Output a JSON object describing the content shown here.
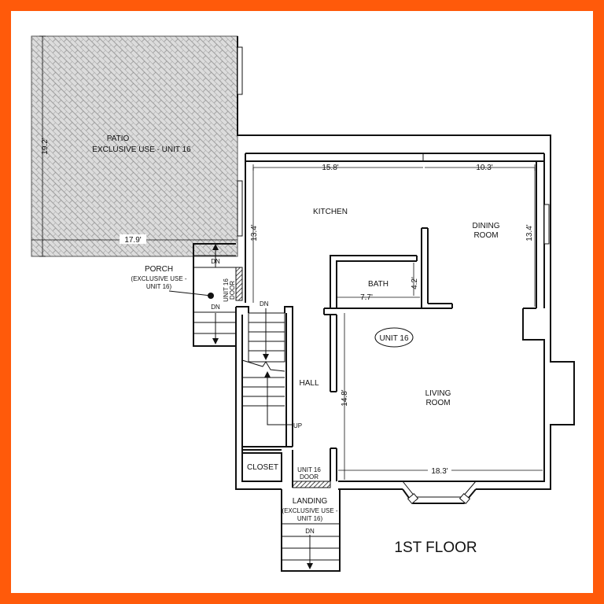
{
  "title": "1ST FLOOR",
  "unit_badge": "UNIT 16",
  "colors": {
    "border": "#ff5a0a",
    "wall": "#111111",
    "patio_fill": "#d8d8d8"
  },
  "rooms": {
    "patio": {
      "line1": "PATIO",
      "line2": "EXCLUSIVE USE - UNIT 16"
    },
    "kitchen": "KITCHEN",
    "dining": {
      "line1": "DINING",
      "line2": "ROOM"
    },
    "bath": "BATH",
    "hall": "HALL",
    "living": {
      "line1": "LIVING",
      "line2": "ROOM"
    },
    "closet": "CLOSET",
    "porch": {
      "line1": "PORCH",
      "line2": "(EXCLUSIVE USE -",
      "line3": "UNIT 16)"
    },
    "landing": {
      "line1": "LANDING",
      "line2": "(EXCLUSIVE USE -",
      "line3": "UNIT 16)"
    }
  },
  "doors": {
    "side": {
      "line1": "UNIT 16",
      "line2": "DOOR"
    },
    "front": {
      "line1": "UNIT 16",
      "line2": "DOOR"
    }
  },
  "stairs": {
    "porch_dn_top": "DN",
    "porch_dn_bottom": "DN",
    "landing_dn": "DN",
    "hall_dn": "DN",
    "hall_up": "UP"
  },
  "dimensions": {
    "patio_height": "19.2'",
    "patio_width": "17.9'",
    "kitchen_width": "15.8'",
    "dining_width": "10.3'",
    "kitchen_depth": "13.4'",
    "dining_depth": "13.4'",
    "bath_width": "7.7'",
    "bath_depth": "4.2'",
    "living_depth": "14.8'",
    "living_width": "18.3'"
  }
}
